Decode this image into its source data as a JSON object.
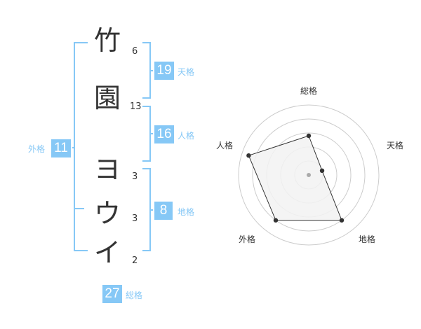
{
  "name": {
    "characters": [
      {
        "char": "竹",
        "strokes": "6"
      },
      {
        "char": "園",
        "strokes": "13"
      },
      {
        "char": "ヨ",
        "strokes": "3"
      },
      {
        "char": "ウ",
        "strokes": "3"
      },
      {
        "char": "イ",
        "strokes": "2"
      }
    ]
  },
  "fortune": {
    "tenkaku": {
      "value": "19",
      "label": "天格"
    },
    "jinkaku": {
      "value": "16",
      "label": "人格"
    },
    "chikaku": {
      "value": "8",
      "label": "地格"
    },
    "gaikaku": {
      "value": "11",
      "label": "外格"
    },
    "soukaku": {
      "value": "27",
      "label": "総格"
    }
  },
  "radar": {
    "axes": [
      "総格",
      "天格",
      "地格",
      "外格",
      "人格"
    ],
    "levels": 5,
    "values": [
      2.8,
      1.0,
      4.0,
      4.0,
      4.5
    ],
    "colors": {
      "fill": "#f2f2f2",
      "stroke": "#333333",
      "grid": "#cccccc",
      "point": "#333333",
      "center": "#aaaaaa"
    }
  }
}
